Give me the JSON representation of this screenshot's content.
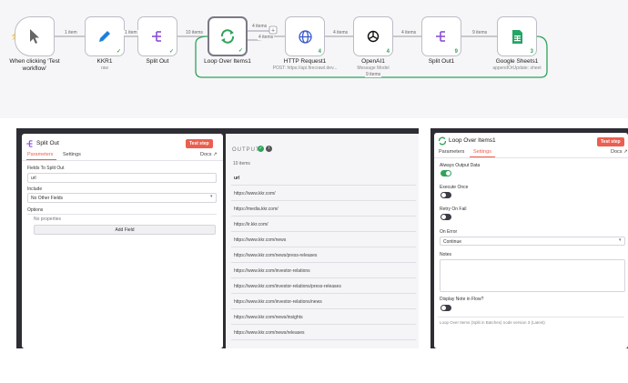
{
  "workflow": {
    "nodes": [
      {
        "id": "trigger",
        "title_lines": [
          "When clicking ‘Test",
          "workflow’"
        ],
        "subtitle": "",
        "icon": "cursor-icon"
      },
      {
        "id": "kkr1",
        "title_lines": [
          "KKR1"
        ],
        "subtitle": "raw",
        "icon": "pencil-icon"
      },
      {
        "id": "split-out",
        "title_lines": [
          "Split Out"
        ],
        "subtitle": "",
        "icon": "split-icon"
      },
      {
        "id": "loop",
        "title_lines": [
          "Loop Over Items1"
        ],
        "subtitle": "",
        "icon": "loop-icon"
      },
      {
        "id": "http",
        "title_lines": [
          "HTTP Request1"
        ],
        "subtitle": "POST: https://api.firecrawl.dev...",
        "icon": "globe-icon"
      },
      {
        "id": "openai",
        "title_lines": [
          "OpenAI1"
        ],
        "subtitle": "Message Model",
        "icon": "openai-icon"
      },
      {
        "id": "split-out1",
        "title_lines": [
          "Split Out1"
        ],
        "subtitle": "",
        "icon": "split-icon"
      },
      {
        "id": "gsheets",
        "title_lines": [
          "Google Sheets1"
        ],
        "subtitle": "appendOrUpdate: sheet",
        "icon": "sheets-icon"
      }
    ],
    "node_badges": {
      "http": "4",
      "openai": "4",
      "split-out1": "9",
      "gsheets": "3",
      "loop": "✓"
    },
    "edge_labels": [
      "1 item",
      "1 item",
      "10 items",
      "4 items",
      "4 items",
      "4 items",
      "4 items",
      "9 items",
      "9 items"
    ],
    "colors": {
      "accent": "#ea5f4f",
      "success": "#2fa35a",
      "trigger_bolt": "#ff6d3a"
    }
  },
  "split_panel": {
    "title": "Split Out",
    "test_button": "Test step",
    "tabs": [
      "Parameters",
      "Settings"
    ],
    "docs_label": "Docs ↗",
    "fields_label": "Fields To Split Out",
    "fields_value": "url",
    "include_label": "Include",
    "include_value": "No Other Fields",
    "options_label": "Options",
    "no_properties": "No properties",
    "add_field": "Add Field"
  },
  "output": {
    "heading": "OUTPUT",
    "count": "10 items",
    "column": "url",
    "rows": [
      "https://www.kkr.com/",
      "https://media.kkr.com/",
      "https://ir.kkr.com/",
      "https://www.kkr.com/news",
      "https://www.kkr.com/news/press-releases",
      "https://www.kkr.com/investor-relations",
      "https://www.kkr.com/investor-relations/press-releases",
      "https://www.kkr.com/investor-relations/news",
      "https://www.kkr.com/news/insights",
      "https://www.kkr.com/news/releases"
    ]
  },
  "loop_panel": {
    "title": "Loop Over Items1",
    "test_button": "Test step",
    "tabs": [
      "Parameters",
      "Settings"
    ],
    "docs_label": "Docs ↗",
    "always_output": "Always Output Data",
    "always_output_on": true,
    "execute_once": "Execute Once",
    "execute_once_on": false,
    "retry": "Retry On Fail",
    "retry_on": false,
    "on_error_label": "On Error",
    "on_error_value": "Continue",
    "notes_label": "Notes",
    "display_note": "Display Note in Flow?",
    "display_note_on": false,
    "footer": "Loop Over Items (Split in Batches) node version 3 (Latest)"
  }
}
